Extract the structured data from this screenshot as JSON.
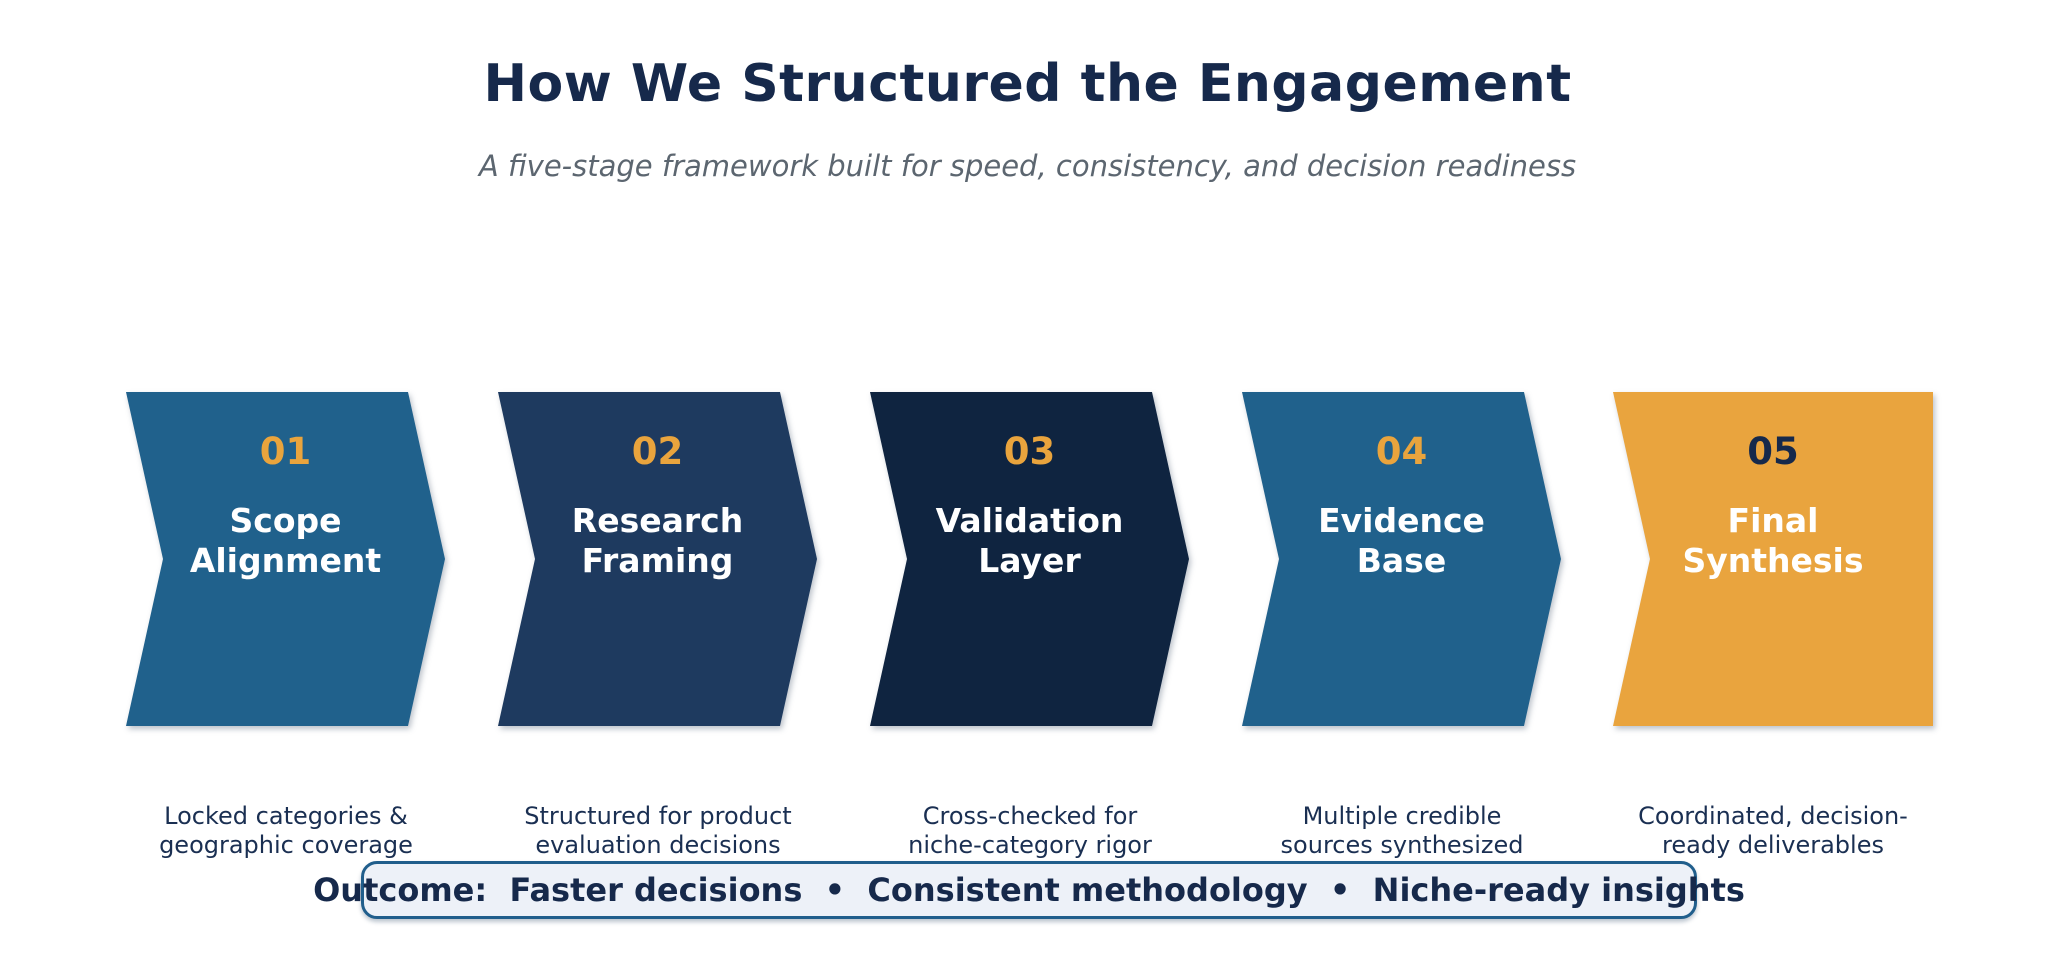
{
  "slide": {
    "title": "How We Structured the Engagement",
    "subtitle": "A five-stage framework built for speed, consistency, and decision readiness",
    "title_color": "#16294B",
    "subtitle_color": "#5C6670"
  },
  "stages": [
    {
      "number": "01",
      "title": "Scope\nAlignment",
      "description": "Locked categories &\ngeographic coverage",
      "fill": "#20618C",
      "number_color": "#E9A43D",
      "title_color": "#FFFFFF"
    },
    {
      "number": "02",
      "title": "Research\nFraming",
      "description": "Structured for product\nevaluation decisions",
      "fill": "#1E3A5F",
      "number_color": "#E9A43D",
      "title_color": "#FFFFFF"
    },
    {
      "number": "03",
      "title": "Validation\nLayer",
      "description": "Cross-checked for\nniche-category rigor",
      "fill": "#0F2440",
      "number_color": "#E9A43D",
      "title_color": "#FFFFFF"
    },
    {
      "number": "04",
      "title": "Evidence\nBase",
      "description": "Multiple credible\nsources synthesized",
      "fill": "#20618C",
      "number_color": "#E9A43D",
      "title_color": "#FFFFFF"
    },
    {
      "number": "05",
      "title": "Final\nSynthesis",
      "description": "Coordinated, decision-\nready deliverables",
      "fill": "#E9A43E",
      "number_color": "#16294B",
      "title_color": "#FFFFFF"
    }
  ],
  "description_color": "#1A2F52",
  "outcome": {
    "text": "Outcome:  Faster decisions  •  Consistent methodology  •  Niche-ready insights",
    "border_color": "#205E8C",
    "fill": "#EDF1F8",
    "text_color": "#16294B"
  }
}
